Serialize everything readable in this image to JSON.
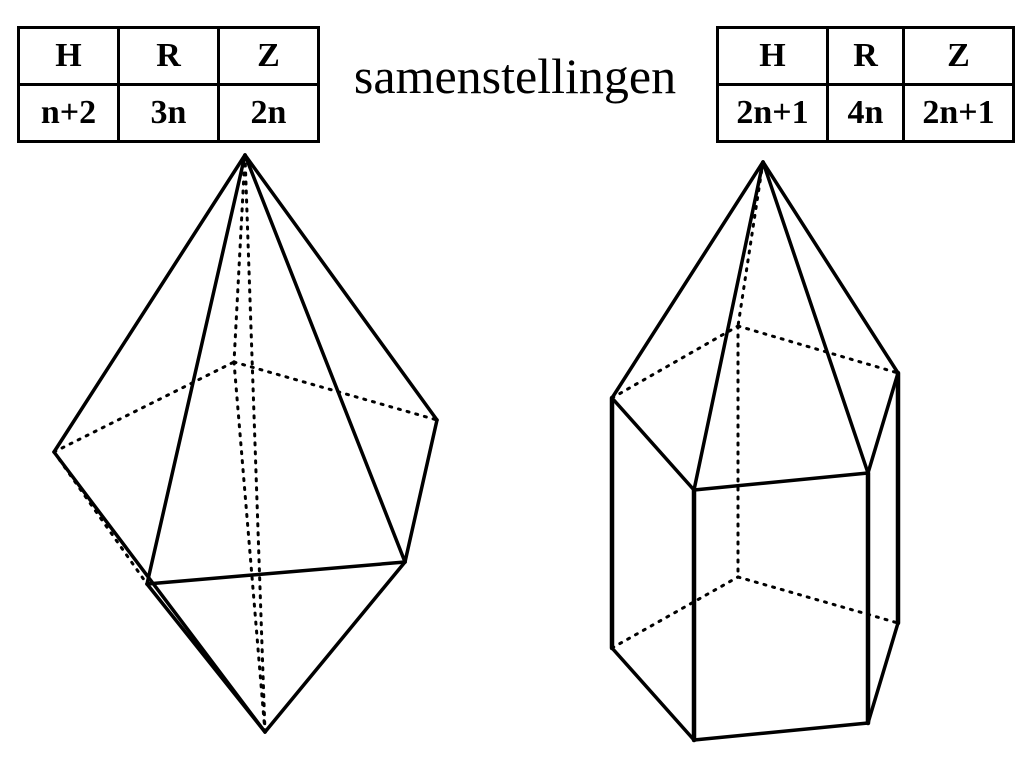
{
  "title": "samenstellingen",
  "tables": [
    {
      "headers": [
        "H",
        "R",
        "Z"
      ],
      "values": [
        "n+2",
        "3n",
        "2n"
      ]
    },
    {
      "headers": [
        "H",
        "R",
        "Z"
      ],
      "values": [
        "2n+1",
        "4n",
        "2n+1"
      ]
    }
  ],
  "figures": [
    {
      "shape": "pentagonal-bipyramid"
    },
    {
      "shape": "pentagonal-prism-with-pyramid"
    }
  ]
}
